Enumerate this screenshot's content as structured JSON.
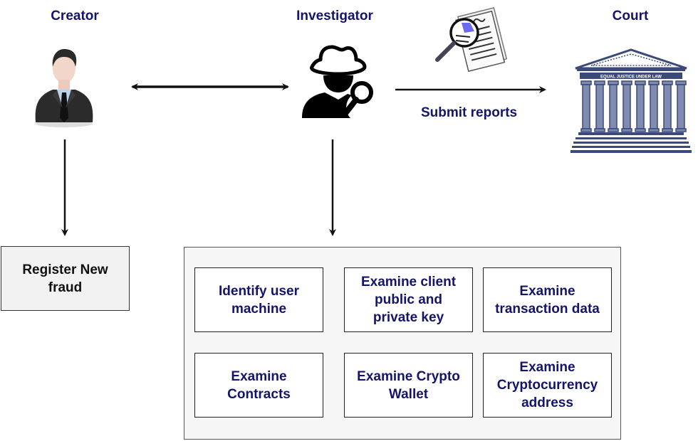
{
  "actors": {
    "creator": {
      "label": "Creator",
      "icon": "businessman-icon"
    },
    "investigator": {
      "label": "Investigator",
      "icon": "detective-icon"
    },
    "court": {
      "label": "Court",
      "icon": "courthouse-icon"
    }
  },
  "edges": {
    "creator_investigator": {
      "label": "",
      "direction": "bidirectional"
    },
    "investigator_court": {
      "label": "Submit reports",
      "icon": "report-magnifier-icon"
    },
    "creator_register": {
      "label": ""
    },
    "investigator_tasks": {
      "label": ""
    }
  },
  "register_box": {
    "label": "Register New\nfraud"
  },
  "court_building_inscription": "EQUAL JUSTICE UNDER LAW",
  "tasks": [
    {
      "label": "Identify user\nmachine"
    },
    {
      "label": "Examine client\npublic and\nprivate key"
    },
    {
      "label": "Examine\ntransaction data"
    },
    {
      "label": "Examine\nContracts"
    },
    {
      "label": "Examine Crypto\nWallet"
    },
    {
      "label": "Examine\nCryptocurrency\naddress"
    }
  ],
  "colors": {
    "label_text": "#14146b",
    "arrow": "#111111",
    "court_blue": "#3b4a78"
  }
}
